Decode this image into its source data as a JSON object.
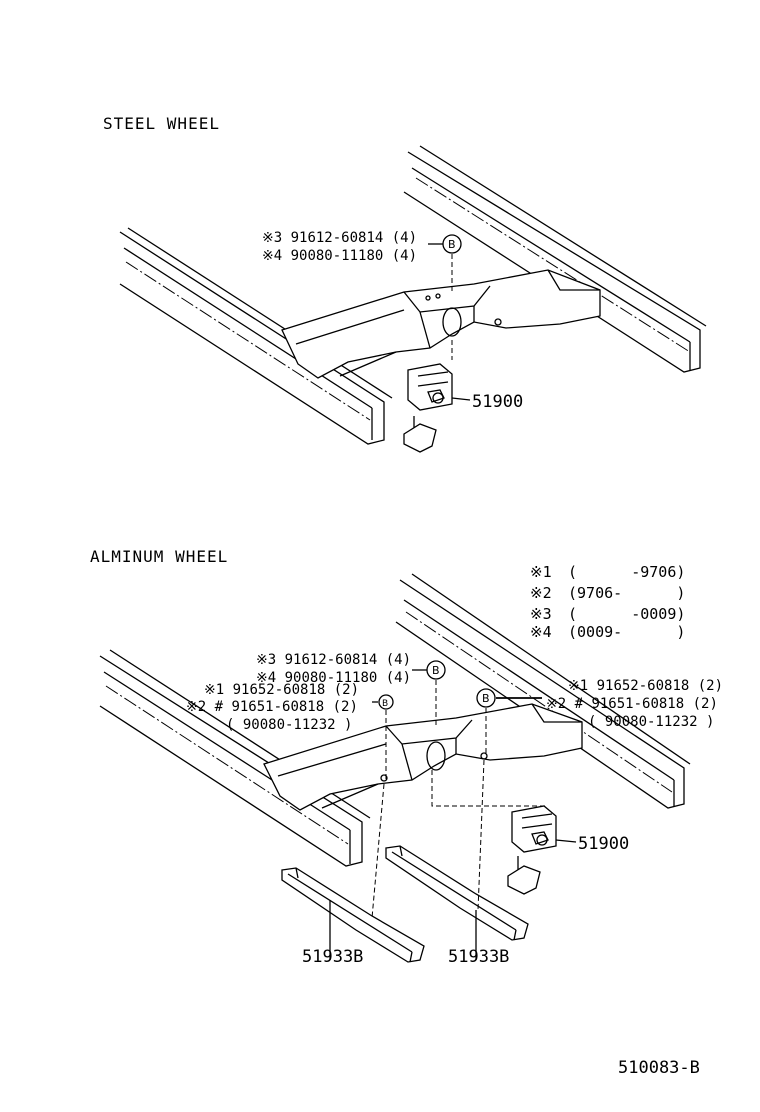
{
  "steel_section": {
    "heading": "STEEL WHEEL",
    "notes": [
      "※3 91612-60814 (4)",
      "※4 90080-11180 (4)"
    ],
    "callout_letter": "B",
    "part_label": "51900"
  },
  "alminum_section": {
    "heading": "ALMINUM WHEEL",
    "legend": [
      {
        "mark": "※1",
        "range": "(      -9706)"
      },
      {
        "mark": "※2",
        "range": "(9706-      )"
      },
      {
        "mark": "※3",
        "range": "(      -0009)"
      },
      {
        "mark": "※4",
        "range": "(0009-      )"
      }
    ],
    "left_notes": [
      "※3 91612-60814 (4)",
      "※4 90080-11180 (4)",
      "※1 91652-60818 (2)",
      "※2 # 91651-60818 (2)",
      "( 90080-11232 )"
    ],
    "right_notes": [
      "※1 91652-60818 (2)",
      "※2 # 91651-60818 (2)",
      "( 90080-11232 )"
    ],
    "callout_letter": "B",
    "part_label": "51900",
    "brace_label_left": "51933B",
    "brace_label_right": "51933B"
  },
  "footer": {
    "drawing_number": "510083-B"
  }
}
